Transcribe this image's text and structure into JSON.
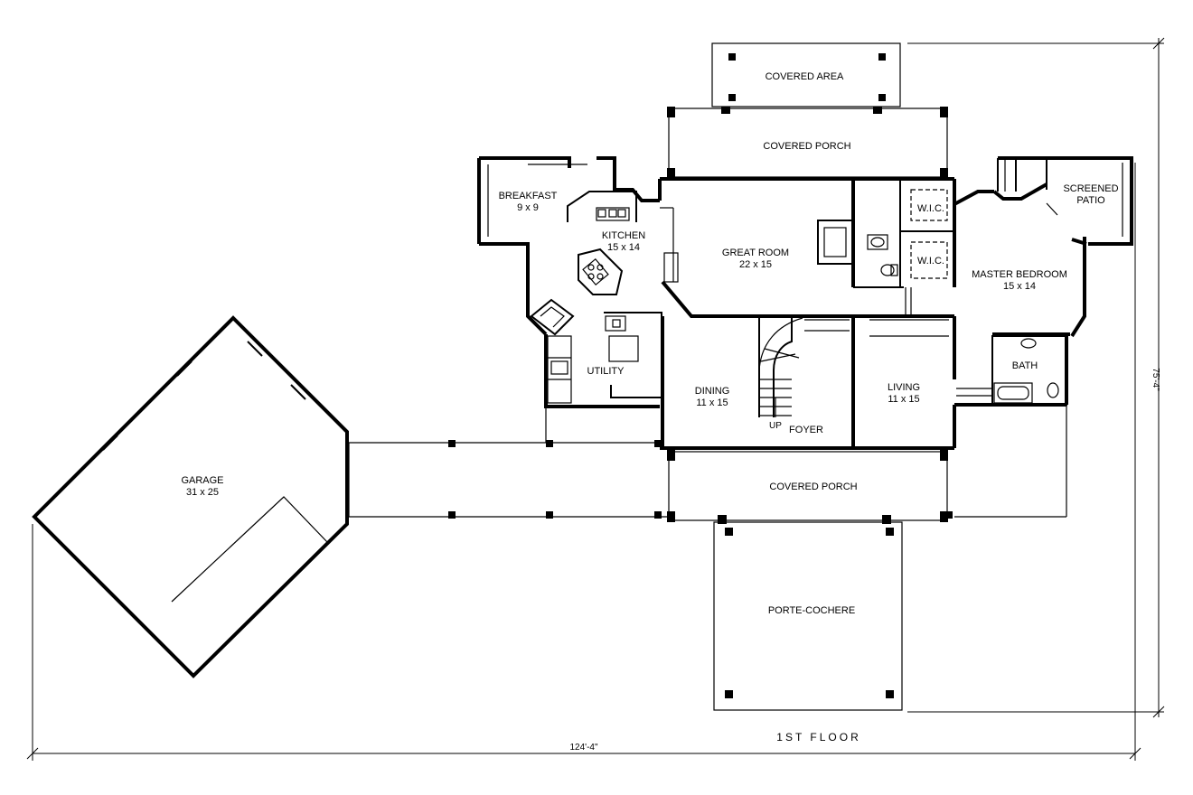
{
  "floor_title": "1ST FLOOR",
  "dimensions": {
    "width": "124'-4\"",
    "depth": "75'-4\""
  },
  "rooms": {
    "covered_area": {
      "name": "COVERED AREA"
    },
    "covered_porch_rear": {
      "name": "COVERED PORCH"
    },
    "breakfast": {
      "name": "BREAKFAST",
      "size": "9 x 9"
    },
    "kitchen": {
      "name": "KITCHEN",
      "size": "15 x 14"
    },
    "great_room": {
      "name": "GREAT ROOM",
      "size": "22 x 15"
    },
    "wic_1": {
      "name": "W.I.C."
    },
    "wic_2": {
      "name": "W.I.C."
    },
    "screened_patio": {
      "name": "SCREENED",
      "name_line2": "PATIO"
    },
    "master_bedroom": {
      "name": "MASTER BEDROOM",
      "size": "15 x 14"
    },
    "utility": {
      "name": "UTILITY"
    },
    "dining": {
      "name": "DINING",
      "size": "11 x 15"
    },
    "foyer": {
      "name": "FOYER"
    },
    "living": {
      "name": "LIVING",
      "size": "11 x 15"
    },
    "bath": {
      "name": "BATH"
    },
    "covered_porch_front": {
      "name": "COVERED PORCH"
    },
    "garage": {
      "name": "GARAGE",
      "size": "31 x 25"
    },
    "porte_cochere": {
      "name": "PORTE-COCHERE"
    }
  },
  "stair_label": "UP"
}
